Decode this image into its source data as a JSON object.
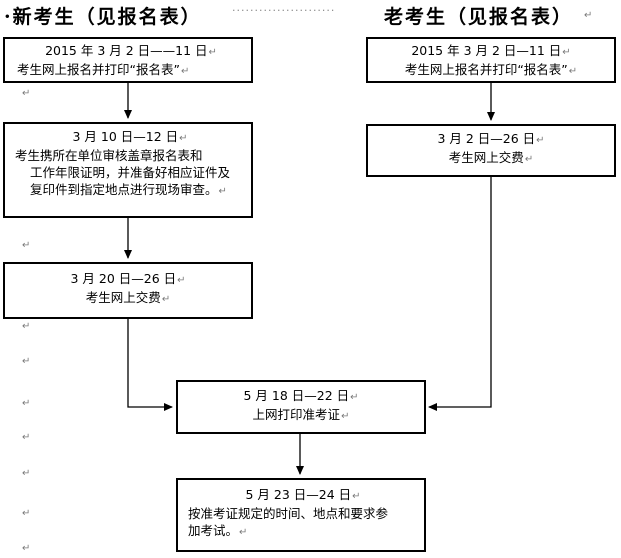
{
  "headers": {
    "new": "·新考生（见报名表）",
    "dots": "·······················",
    "old": "老考生（见报名表）",
    "pilcrow": "↵"
  },
  "new_flow": [
    {
      "date": "2015 年 3 月 2 日——11 日",
      "lines": [
        "考生网上报名并打印“报名表”"
      ]
    },
    {
      "date": "3 月 10 日—12 日",
      "lines": [
        "考生携所在单位审核盖章报名表和",
        "工作年限证明，并准备好相应证件及",
        "复印件到指定地点进行现场审查。"
      ]
    },
    {
      "date": "3 月 20 日—26 日",
      "lines": [
        "考生网上交费"
      ]
    }
  ],
  "old_flow": [
    {
      "date": "2015 年 3 月 2 日—11 日",
      "lines": [
        "考生网上报名并打印“报名表”"
      ]
    },
    {
      "date": "3 月 2 日—26 日",
      "lines": [
        "考生网上交费"
      ]
    }
  ],
  "common_flow": [
    {
      "date": "5 月 18 日—22 日",
      "lines": [
        "上网打印准考证"
      ]
    },
    {
      "date": "5 月 23 日—24 日",
      "lines": [
        "按准考证规定的时间、地点和要求参",
        "加考试。"
      ]
    }
  ],
  "pilcrow": "↵"
}
